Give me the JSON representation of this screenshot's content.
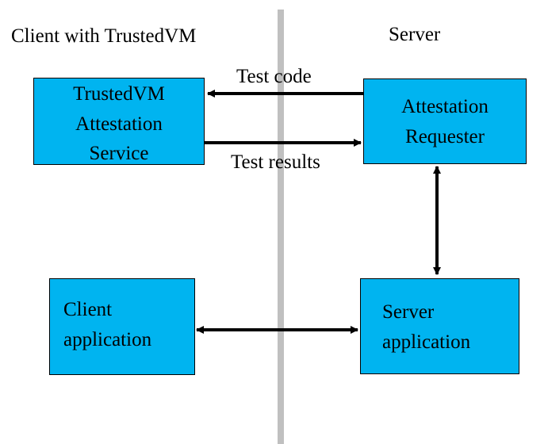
{
  "headings": {
    "client": "Client with TrustedVM",
    "server": "Server"
  },
  "boxes": {
    "attestation_service": {
      "lines": [
        "TrustedVM",
        "Attestation",
        "Service"
      ]
    },
    "attestation_requester": {
      "lines": [
        "Attestation",
        "Requester"
      ]
    },
    "client_app": {
      "lines": [
        "Client",
        "application"
      ]
    },
    "server_app": {
      "lines": [
        "Server",
        "application"
      ]
    }
  },
  "arrows": {
    "test_code": "Test code",
    "test_results": "Test results"
  },
  "colors": {
    "box_fill": "#00b4f0",
    "divider": "#c0c0c0",
    "line": "#000000"
  }
}
